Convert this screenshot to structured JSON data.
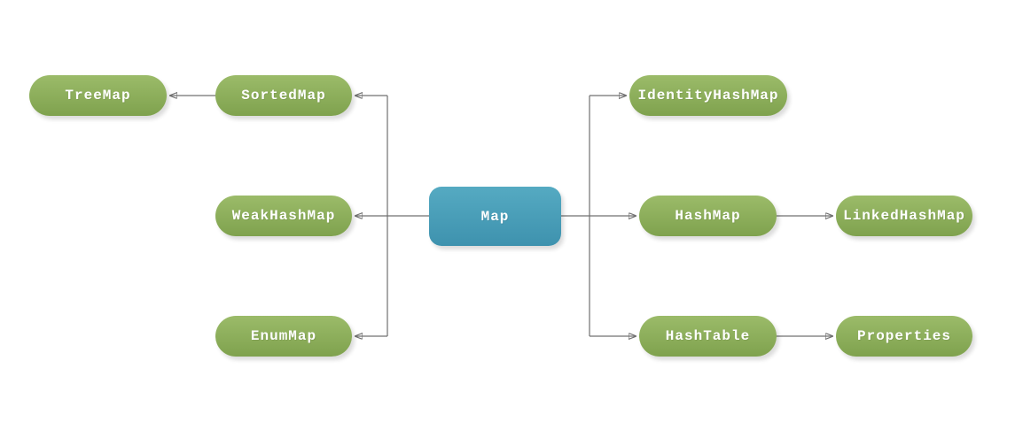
{
  "diagram_type": "class-hierarchy",
  "nodes": {
    "map": {
      "label": "Map",
      "role": "root"
    },
    "treemap": {
      "label": "TreeMap",
      "role": "child"
    },
    "sortedmap": {
      "label": "SortedMap",
      "role": "child"
    },
    "weakhashmap": {
      "label": "WeakHashMap",
      "role": "child"
    },
    "enummap": {
      "label": "EnumMap",
      "role": "child"
    },
    "identityhashmap": {
      "label": "IdentityHashMap",
      "role": "child"
    },
    "hashmap": {
      "label": "HashMap",
      "role": "child"
    },
    "linkedhashmap": {
      "label": "LinkedHashMap",
      "role": "child"
    },
    "hashtable": {
      "label": "HashTable",
      "role": "child"
    },
    "properties": {
      "label": "Properties",
      "role": "child"
    }
  },
  "edges": [
    {
      "from": "Map",
      "to": "SortedMap"
    },
    {
      "from": "Map",
      "to": "WeakHashMap"
    },
    {
      "from": "Map",
      "to": "EnumMap"
    },
    {
      "from": "Map",
      "to": "IdentityHashMap"
    },
    {
      "from": "Map",
      "to": "HashMap"
    },
    {
      "from": "Map",
      "to": "HashTable"
    },
    {
      "from": "SortedMap",
      "to": "TreeMap"
    },
    {
      "from": "HashMap",
      "to": "LinkedHashMap"
    },
    {
      "from": "HashTable",
      "to": "Properties"
    }
  ],
  "colors": {
    "canvas_bg": "#ffffff",
    "node_green_top": "#9bbb69",
    "node_green_bottom": "#7fa24e",
    "node_teal_top": "#55aac2",
    "node_teal_bottom": "#3e92ae",
    "node_text": "#ffffff",
    "connector": "#707070",
    "arrowhead": "#5a5a5a"
  }
}
